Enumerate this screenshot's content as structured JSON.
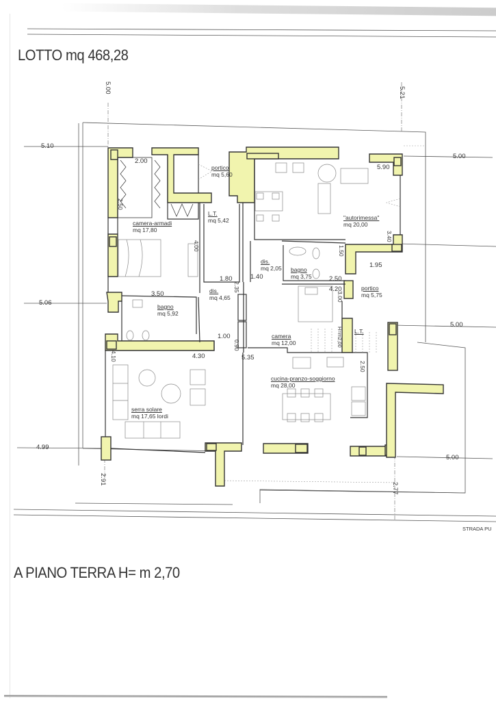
{
  "document": {
    "lot_title": "LOTTO mq 468,28",
    "floor_title": "A PIANO TERRA H= m 2,70",
    "street_label": "STRADA PU",
    "wall_fill_color": "#f1f4ae",
    "wall_stroke_color": "#333333"
  },
  "rooms": [
    {
      "name": "camera-armadi",
      "area": "mq 17,80"
    },
    {
      "name": "portico",
      "area": "mq 5,60"
    },
    {
      "name": "L.T.",
      "area": "mq 5,42"
    },
    {
      "name": "\"autorimessa\"",
      "area": "mq 20,00"
    },
    {
      "name": "dis.",
      "area": "mq 2,05"
    },
    {
      "name": "bagno",
      "area": "mq 3,75"
    },
    {
      "name": "portico",
      "area": "mq 5,75"
    },
    {
      "name": "dis.",
      "area": "mq 4,65"
    },
    {
      "name": "bagno",
      "area": "mq 5,92"
    },
    {
      "name": "camera",
      "area": "mq 12,00"
    },
    {
      "name": "L.T.",
      "area": ""
    },
    {
      "name": "cucina-pranzo-soggiorno",
      "area": "mq 28,00"
    },
    {
      "name": "serra solare",
      "area": "mq 17,65 lordi"
    }
  ],
  "setback_dimensions": {
    "top_left": "5.00",
    "top_right": "5.21",
    "left_upper": "5.10",
    "left_middle": "5.06",
    "left_lower": "4.99",
    "right_upper": "5.00",
    "right_middle": "5.00",
    "right_lower": "5.00",
    "bottom_left": "2.91",
    "bottom_right": "2.77"
  },
  "internal_dimensions": {
    "wardrobe_width": "2.00",
    "wardrobe_depth": "2.50",
    "bedroom_height": "4.00",
    "bath_width": "3.50",
    "hall_width": "1.80",
    "hall_height": "2.35",
    "door_1": "1.00",
    "closet_small": "0.90",
    "bottom_left_width": "4.30",
    "serra_depth": "4.10",
    "camera_width": "5.35",
    "dis_width": "1.40",
    "garage_width": "5.90",
    "garage_depth": "3.40",
    "bath2_height": "1.50",
    "portico_offset": "1.95",
    "bath2_width": "2.50",
    "camera_width2": "4.20",
    "camera_height": "3.00",
    "stair_height": "H=m2,00",
    "kitchen_depth": "2.50"
  }
}
